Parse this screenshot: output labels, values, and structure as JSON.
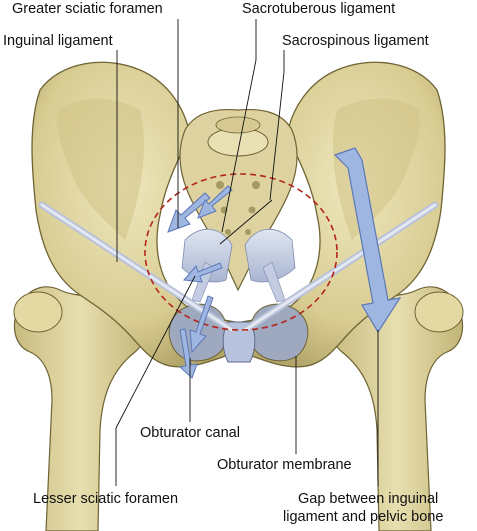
{
  "labels": {
    "greater_sciatic_foramen": "Greater sciatic foramen",
    "sacrotuberous_ligament": "Sacrotuberous ligament",
    "inguinal_ligament": "Inguinal ligament",
    "sacrospinous_ligament": "Sacrospinous ligament",
    "obturator_canal": "Obturator canal",
    "obturator_membrane": "Obturator membrane",
    "lesser_sciatic_foramen": "Lesser sciatic foramen",
    "gap_line1": "Gap between inguinal",
    "gap_line2": "ligament and pelvic bone"
  },
  "colors": {
    "bone": "#e3d9a6",
    "bone_shadow": "#b9ad74",
    "bone_outline": "#6e6334",
    "ligament": "#c9d2e6",
    "arrow_fill": "#9fb6e0",
    "arrow_stroke": "#5b78b8",
    "dashed_outline": "#b3261e",
    "leader_line": "#111111"
  }
}
